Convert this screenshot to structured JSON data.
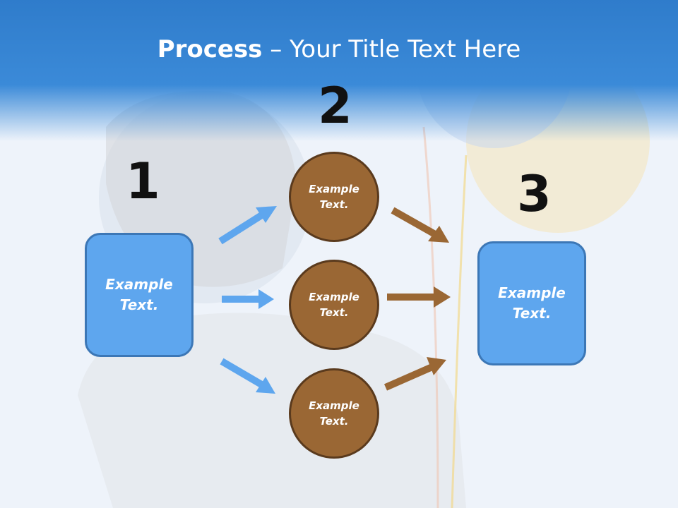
{
  "title": {
    "strong": "Process",
    "rest": " – Your Title Text Here"
  },
  "steps": {
    "one": "1",
    "two": "2",
    "three": "3"
  },
  "left_box": {
    "text": "Example\nText."
  },
  "right_box": {
    "text": "Example\nText."
  },
  "circles": [
    {
      "text": "Example\nText."
    },
    {
      "text": "Example\nText."
    },
    {
      "text": "Example\nText."
    }
  ],
  "colors": {
    "blue_box": "#5ea6ee",
    "brown_circle": "#9a6734",
    "blue_arrow": "#5ea6ee",
    "brown_arrow": "#9a6734"
  }
}
